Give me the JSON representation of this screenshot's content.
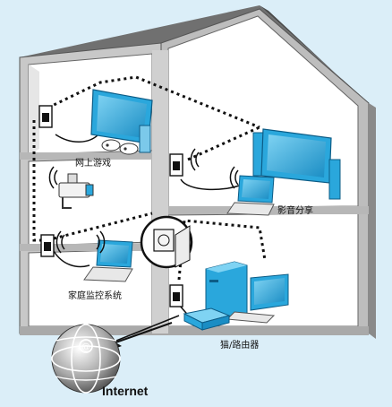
{
  "labels": {
    "gaming": "网上游戏",
    "av_share": "影音分享",
    "monitoring": "家庭监控系统",
    "router": "猫/路由器",
    "internet": "Internet"
  },
  "colors": {
    "background": "#dbeef8",
    "wall": "#ffffff",
    "roof": "#6f6f6f",
    "wall_shade": "#c9c9c9",
    "screen_blue": "#2aa7dc",
    "network_line": "#111111"
  },
  "icons": [
    "powerline-adapter-icon",
    "tv-icon",
    "gamepad-icon",
    "laptop-icon",
    "camera-icon",
    "wifi-icon",
    "socket-icon",
    "desktop-pc-icon",
    "modem-icon",
    "globe-icon"
  ]
}
